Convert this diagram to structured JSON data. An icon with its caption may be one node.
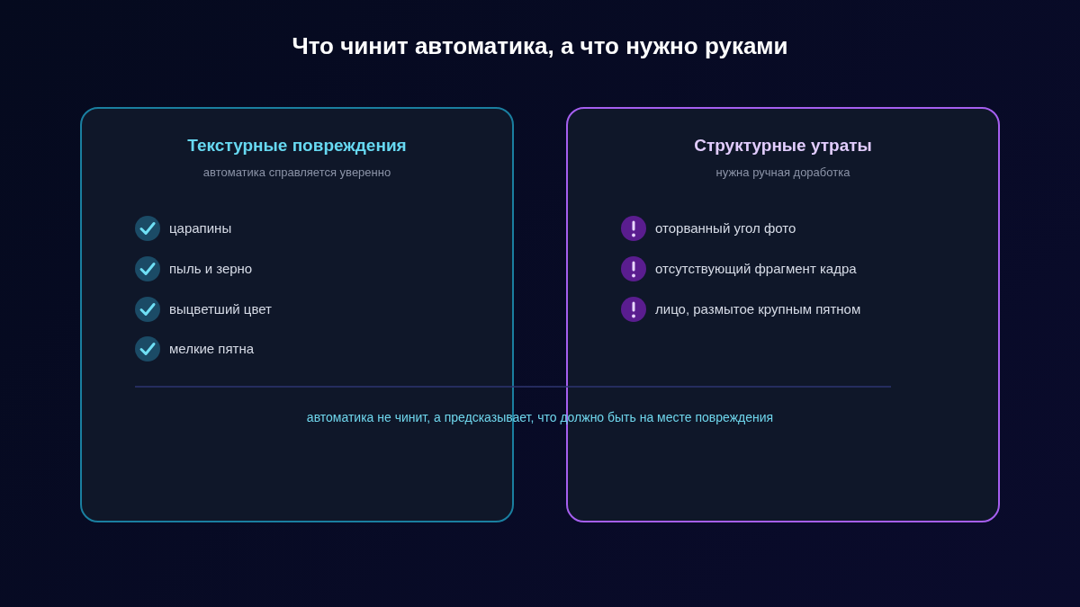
{
  "diagram": {
    "title": "Что чинит автоматика, а что нужно руками",
    "nodes": [
      {
        "text": [
          "Текстурные повреждения",
          "автоматика справляется уверенно"
        ]
      },
      {
        "text": [
          "Структурные утраты",
          "нужна ручная доработка"
        ]
      }
    ],
    "edges": [],
    "labels": [
      "царапины",
      "пыль и зерно",
      "выцветший цвет",
      "мелкие пятна",
      "оторванный угол фото",
      "отсутствующий фрагмент кадра",
      "лицо, размытое крупным пятном",
      "автоматика не чинит, а предсказывает, что должно быть на месте повреждения"
    ]
  }
}
